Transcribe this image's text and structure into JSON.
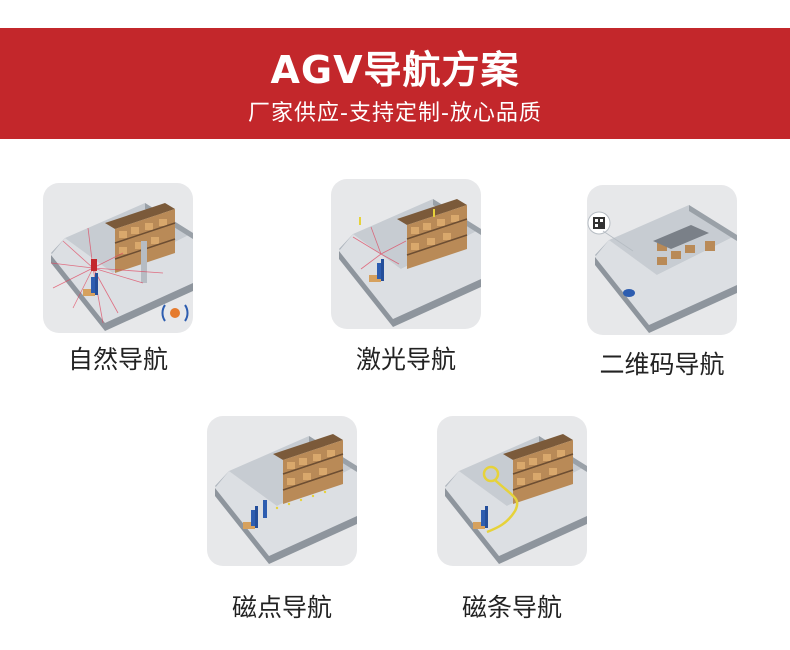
{
  "header": {
    "title": "AGV导航方案",
    "subtitle": "厂家供应-支持定制-放心品质"
  },
  "items": [
    {
      "label": "自然导航"
    },
    {
      "label": "激光导航"
    },
    {
      "label": "二维码导航"
    },
    {
      "label": "磁点导航"
    },
    {
      "label": "磁条导航"
    }
  ],
  "colors": {
    "banner": "#c3272b",
    "card": "#e7e8ea",
    "agv": "#2d5db0",
    "laser": "#e0405a",
    "magnet_tape": "#e6d23a"
  }
}
